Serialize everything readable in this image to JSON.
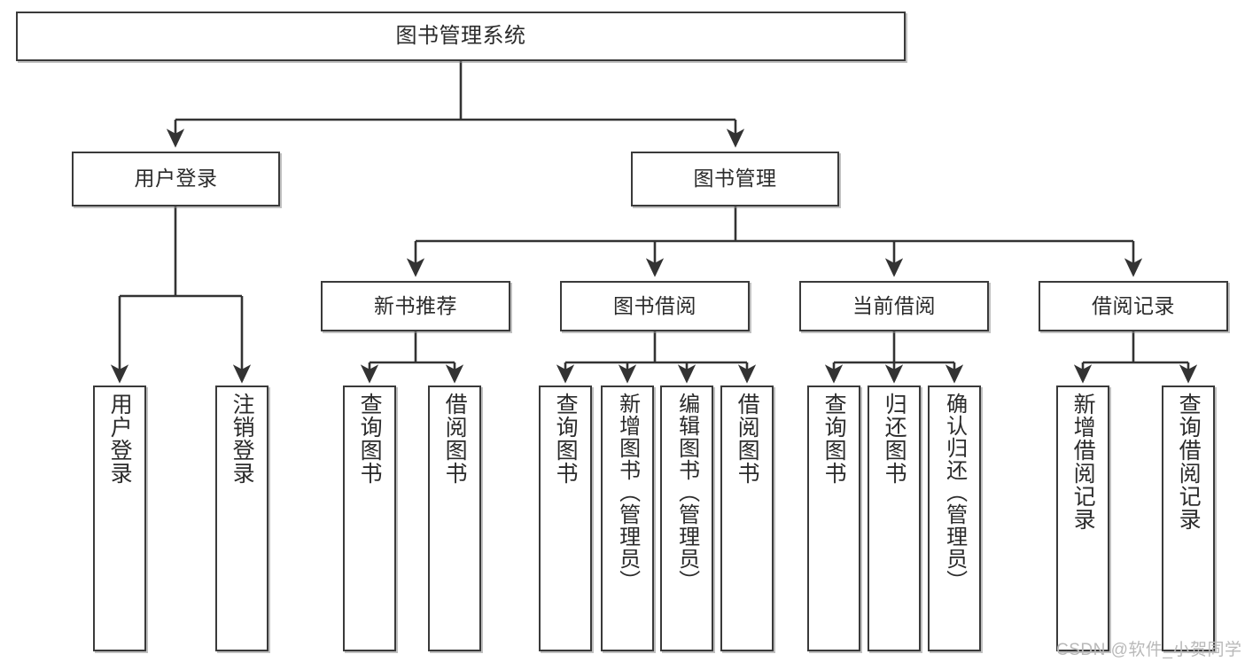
{
  "diagram": {
    "title": "图书管理系统",
    "type": "tree",
    "root": {
      "label": "图书管理系统"
    },
    "level2": [
      {
        "label": "用户登录"
      },
      {
        "label": "图书管理"
      }
    ],
    "level3": [
      {
        "label": "新书推荐"
      },
      {
        "label": "图书借阅"
      },
      {
        "label": "当前借阅"
      },
      {
        "label": "借阅记录"
      }
    ],
    "leaves": {
      "user_login": [
        {
          "label": "用户登录"
        },
        {
          "label": "注销登录"
        }
      ],
      "new_book": [
        {
          "label": "查询图书"
        },
        {
          "label": "借阅图书"
        }
      ],
      "book_borrow": [
        {
          "label": "查询图书"
        },
        {
          "label": "新增图书（管理员）"
        },
        {
          "label": "编辑图书（管理员）"
        },
        {
          "label": "借阅图书"
        }
      ],
      "current_borrow": [
        {
          "label": "查询图书"
        },
        {
          "label": "归还图书"
        },
        {
          "label": "确认归还（管理员）"
        }
      ],
      "borrow_record": [
        {
          "label": "新增借阅记录"
        },
        {
          "label": "查询借阅记录"
        }
      ]
    }
  },
  "watermark": {
    "text": "CSDN @软件_小贺同学"
  },
  "colors": {
    "node_border": "#3a3a3a",
    "node_fill": "#ffffff",
    "edge": "#333333",
    "text": "#2b2b2b",
    "watermark": "#b9b9b9",
    "background": "#ffffff"
  }
}
